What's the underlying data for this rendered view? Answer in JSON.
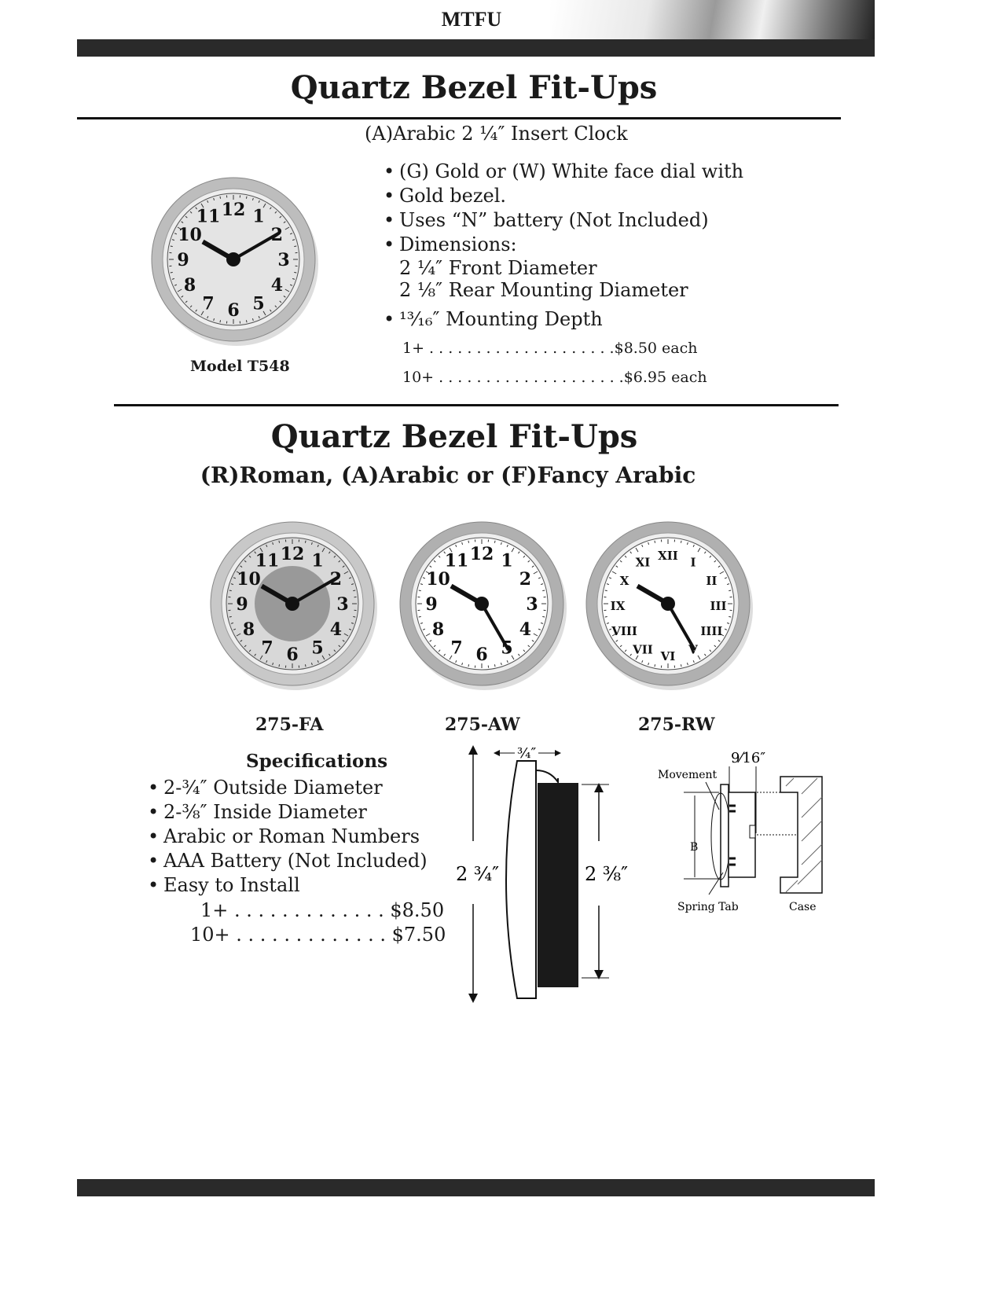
{
  "header": {
    "brand": "MTFU"
  },
  "section1": {
    "title": "Quartz Bezel Fit-Ups",
    "subtitle": "(A)Arabic 2 ¼″ Insert Clock",
    "bullets": [
      "(G) Gold or (W) White face dial with",
      "Gold bezel.",
      "Uses “N” battery (Not Included)",
      "Dimensions:"
    ],
    "dimensions": [
      "2 ¼″ Front Diameter",
      "2 ⅛″ Rear Mounting Diameter"
    ],
    "depth": "¹³⁄₁₆″ Mounting Depth",
    "prices": [
      {
        "qty": "1+",
        "dots": " . . . . . . . . . . . . . . . . . . . .",
        "price": "$8.50 each"
      },
      {
        "qty": "10+",
        "dots": " . . . . . . . . . . . . . . . . . . . .",
        "price": "$6.95 each"
      }
    ],
    "model": "Model T548"
  },
  "section2": {
    "title": "Quartz Bezel Fit-Ups",
    "subtitle": "(R)Roman, (A)Arabic or (F)Fancy Arabic",
    "models": [
      "275-FA",
      "275-AW",
      "275-RW"
    ],
    "spec_heading": "Specifications",
    "specs": [
      "2-¾″ Outside Diameter",
      "2-⅜″ Inside Diameter",
      "Arabic or Roman Numbers",
      "AAA Battery (Not Included)",
      "Easy to Install"
    ],
    "prices": [
      {
        "qty": "1+",
        "dots": " . . . . . . . . . . . . . ",
        "price": "$8.50"
      },
      {
        "qty": "10+",
        "dots": " . . . . . . . . . . . . . ",
        "price": "$7.50"
      }
    ],
    "diagram1": {
      "depth": "¾″",
      "outer": "2 ¾″",
      "inner": "2 ⅜″"
    },
    "diagram2": {
      "depth": "9⁄16″",
      "movement": "Movement",
      "b": "B",
      "spring_tab": "Spring Tab",
      "case": "Case"
    }
  },
  "numerals": {
    "arabic": [
      "12",
      "1",
      "2",
      "3",
      "4",
      "5",
      "6",
      "7",
      "8",
      "9",
      "10",
      "11"
    ],
    "roman": [
      "XII",
      "I",
      "II",
      "III",
      "IIII",
      "V",
      "VI",
      "VII",
      "VIII",
      "IX",
      "X",
      "XI"
    ]
  }
}
